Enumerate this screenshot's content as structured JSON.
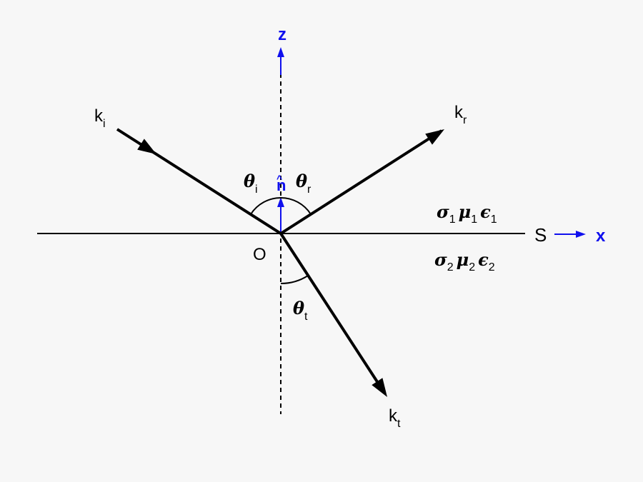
{
  "labels": {
    "k_i": {
      "main": "k",
      "sub": "i"
    },
    "k_r": {
      "main": "k",
      "sub": "r"
    },
    "k_t": {
      "main": "k",
      "sub": "t"
    },
    "theta_i": {
      "main": "θ",
      "sub": "i"
    },
    "theta_r": {
      "main": "θ",
      "sub": "r"
    },
    "theta_t": {
      "main": "θ",
      "sub": "t"
    },
    "normal": "n",
    "normal_hat": "^",
    "z_axis": "z",
    "x_axis": "x",
    "surface": "S",
    "origin": "O",
    "medium1": [
      {
        "main": "σ",
        "sub": "1"
      },
      {
        "main": "μ",
        "sub": "1"
      },
      {
        "main": "ϵ",
        "sub": "1"
      }
    ],
    "medium2": [
      {
        "main": "σ",
        "sub": "2"
      },
      {
        "main": "μ",
        "sub": "2"
      },
      {
        "main": "ϵ",
        "sub": "2"
      }
    ]
  },
  "colors": {
    "background": "#f7f7f7",
    "lines": "#000000",
    "axis_accent": "#1010ee"
  }
}
